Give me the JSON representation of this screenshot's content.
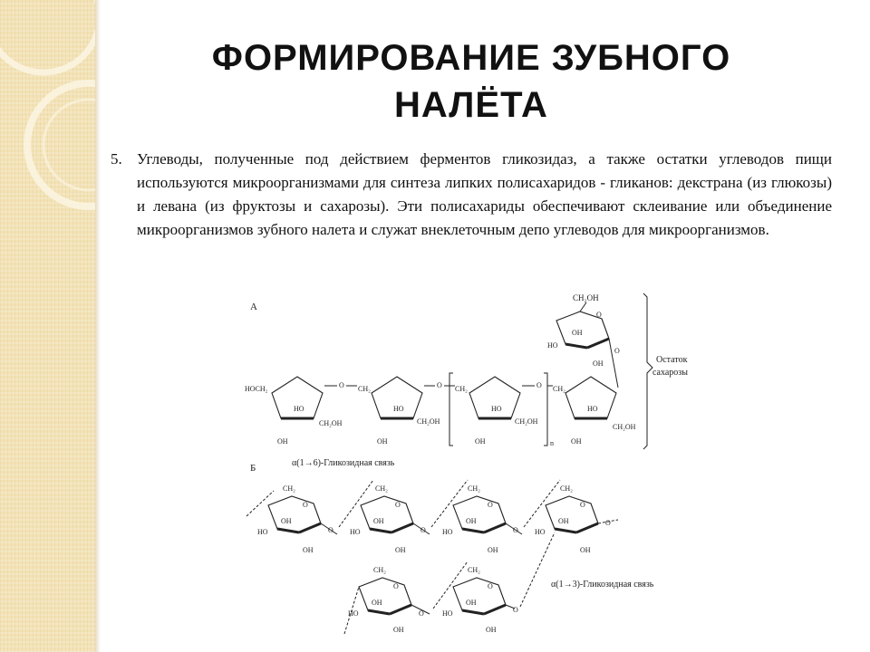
{
  "slide": {
    "title_line1": "ФОРМИРОВАНИЕ ЗУБНОГО",
    "title_line2": "НАЛЁТА",
    "item_number": "5.",
    "paragraph": "Углеводы, полученные под действием ферментов гликозидаз, а также остатки углеводов пищи используются микроорганизмами для синтеза липких полисахаридов - гликанов: декстрана (из глюкозы) и левана (из фруктозы и сахарозы). Эти полисахариды обеспечивают склеивание или объединение микроорганизмов зубного налета и служат внеклеточным депо углеводов для микроорганизмов."
  },
  "figure": {
    "panel_a": "А",
    "panel_b": "Б",
    "ch2oh": "CH₂OH",
    "hoch2": "HOCH₂",
    "ch2": "CH₂",
    "oh": "OH",
    "ho": "HO",
    "o": "O",
    "n": "n",
    "sucrose_label_1": "Остаток",
    "sucrose_label_2": "сахарозы",
    "bond_16": "α(1→6)-Гликозидная связь",
    "bond_13": "α(1→3)-Гликозидная связь"
  },
  "colors": {
    "band": "#f3e2b6",
    "ring": "#ffffff",
    "text": "#111111"
  }
}
